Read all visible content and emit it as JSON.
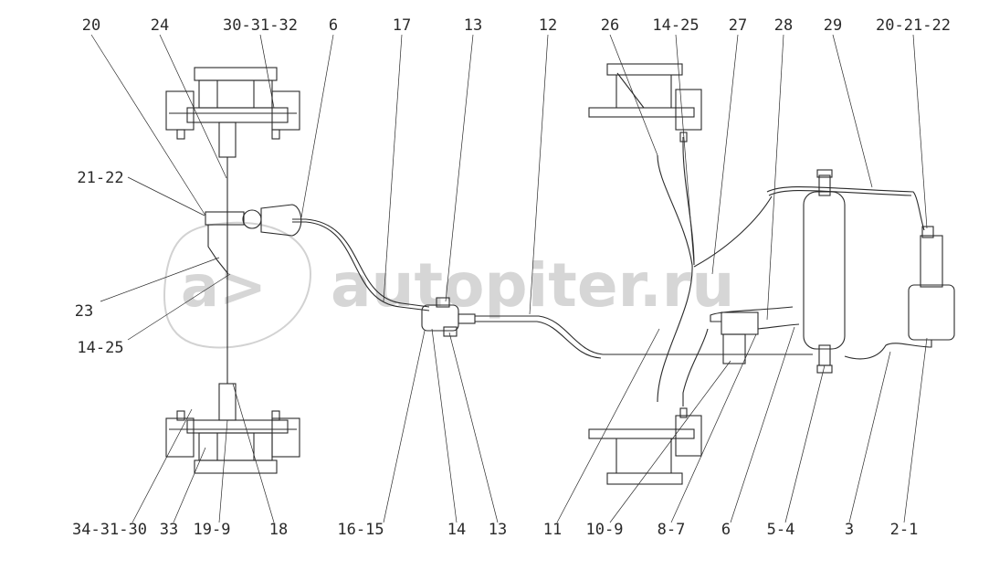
{
  "watermark": {
    "text": "autopiter.ru",
    "logo_glyph": "a>"
  },
  "top_labels": [
    "20",
    "24",
    "30-31-32",
    "6",
    "17",
    "13",
    "12",
    "26",
    "14-25",
    "27",
    "28",
    "29",
    "20-21-22"
  ],
  "bottom_labels": [
    "34-31-30",
    "33",
    "19-9",
    "18",
    "16-15",
    "14",
    "13",
    "11",
    "10-9",
    "8-7",
    "6",
    "5-4",
    "3",
    "2-1"
  ],
  "side_labels": [
    "21-22",
    "23",
    "14-25"
  ],
  "colors": {
    "ink": "#2a2a2a",
    "watermark": "#d6d6d6"
  }
}
